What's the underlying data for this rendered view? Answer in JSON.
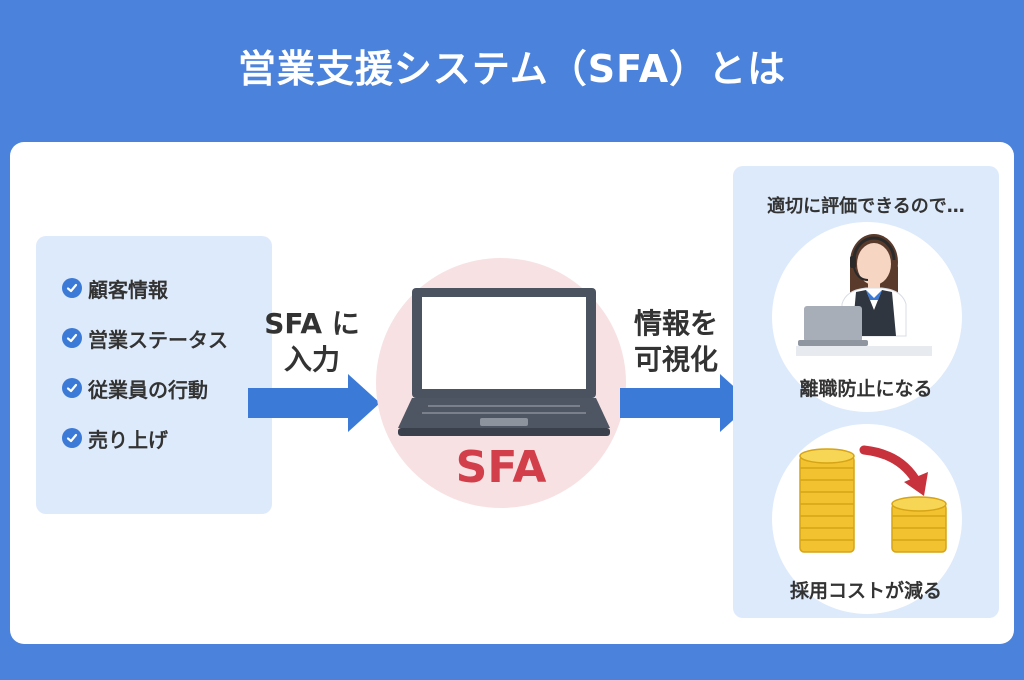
{
  "title": "営業支援システム（SFA）とは",
  "inputs": {
    "items": [
      "顧客情報",
      "営業ステータス",
      "従業員の行動",
      "売り上げ"
    ]
  },
  "arrow_in": {
    "line1": "SFA に",
    "line2": "入力"
  },
  "center": {
    "label": "SFA"
  },
  "arrow_out": {
    "line1": "情報を",
    "line2": "可視化"
  },
  "results": {
    "caption": "適切に評価できるので…",
    "benefit1": "離職防止になる",
    "benefit2": "採用コストが減る"
  },
  "colors": {
    "background": "#4a82dc",
    "accent_blue": "#3b7ad6",
    "sfa_red": "#d23f4a",
    "panel_light": "#ddeafb"
  }
}
